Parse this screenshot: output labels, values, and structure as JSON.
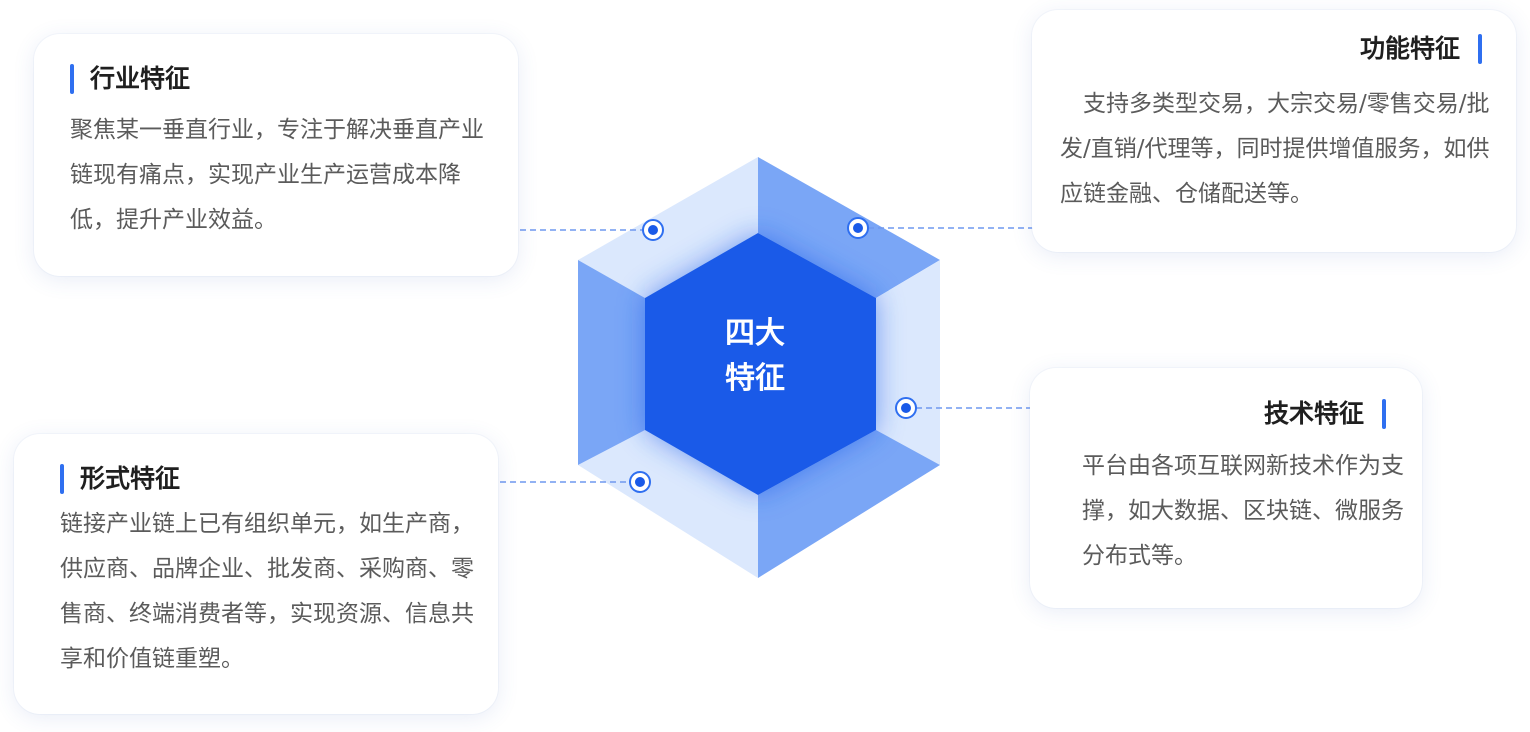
{
  "center": {
    "line1": "四大",
    "line2": "特征"
  },
  "features": [
    {
      "title": "行业特征",
      "body": "聚焦某一垂直行业，专注于解决垂直产业链现有痛点，实现产业生产运营成本降低，提升产业效益。"
    },
    {
      "title": "功能特征",
      "body": "　支持多类型交易，大宗交易/零售交易/批发/直销/代理等，同时提供增值服务，如供应链金融、仓储配送等。"
    },
    {
      "title": "技术特征",
      "body": "平台由各项互联网新技术作为支撑，如大数据、区块链、微服务分布式等。"
    },
    {
      "title": "形式特征",
      "body": "链接产业链上已有组织单元，如生产商，供应商、品牌企业、批发商、采购商、零售商、终端消费者等，实现资源、信息共享和价值链重塑。"
    }
  ],
  "colors": {
    "accent": "#2f6ff0",
    "hex_core": "#1a5ae8",
    "hex_mid": "#7aa6f6",
    "hex_light": "#dbe8fd"
  }
}
